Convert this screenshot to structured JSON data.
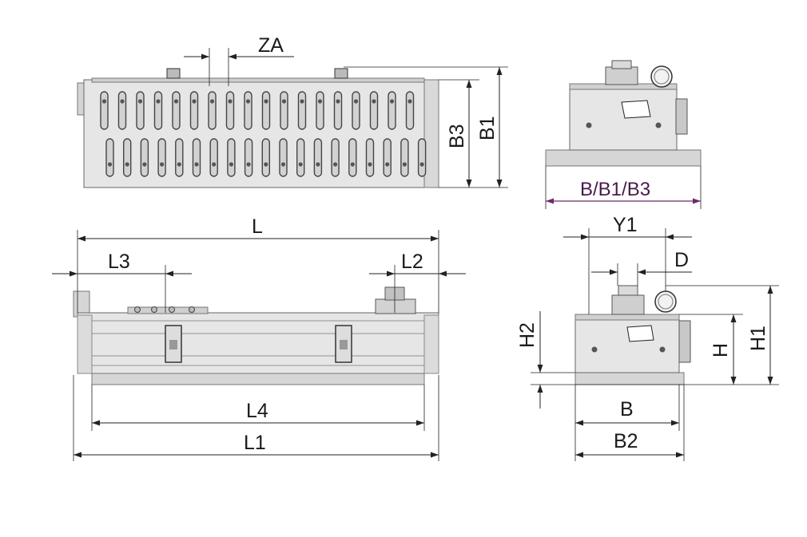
{
  "labels": {
    "za": "ZA",
    "b3": "B3",
    "b1": "B1",
    "bb1b3": "B/B1/B3",
    "l": "L",
    "l3": "L3",
    "l2": "L2",
    "l4": "L4",
    "l1": "L1",
    "y1": "Y1",
    "d": "D",
    "h2": "H2",
    "h": "H",
    "h1": "H1",
    "b": "B",
    "b2": "B2"
  },
  "colors": {
    "dimension_line": "#222222",
    "highlight_dimension": "#6a2a6a",
    "body": "#e6e6e6"
  }
}
